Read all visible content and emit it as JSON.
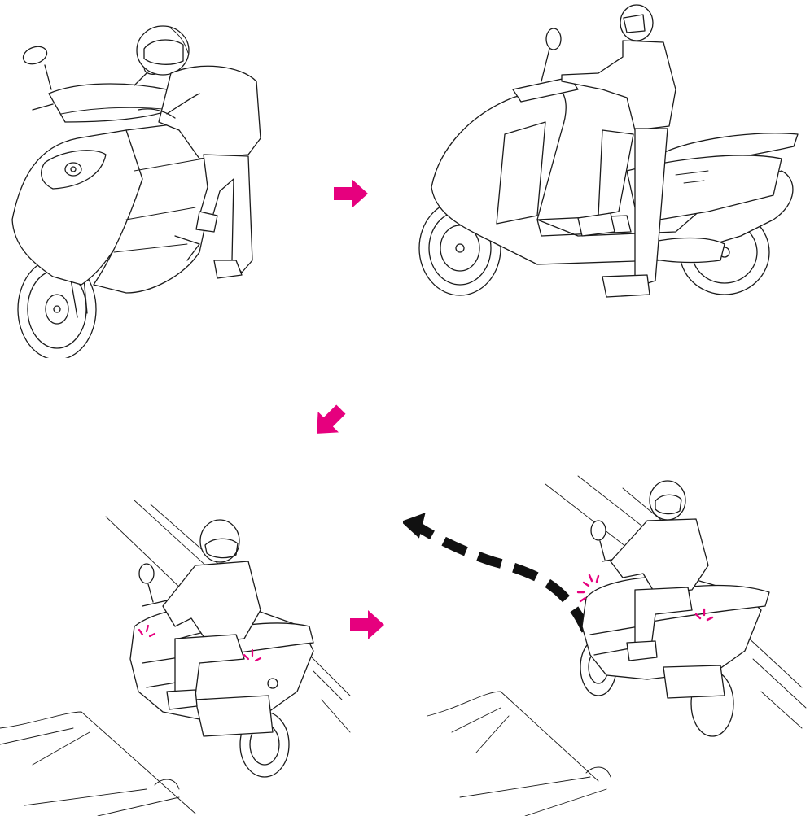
{
  "colors": {
    "accent_arrow": "#e6007e",
    "line": "#1a1a1a",
    "background": "#ffffff",
    "path_arrow": "#111111"
  },
  "steps": [
    {
      "id": 1,
      "scene": "rider-pushing-scooter-off-stand"
    },
    {
      "id": 2,
      "scene": "rider-standing-astride-scooter"
    },
    {
      "id": 3,
      "scene": "rider-seated-looking-back-at-traffic"
    },
    {
      "id": 4,
      "scene": "rider-pulling-out-into-lane"
    }
  ],
  "icons": {
    "step_arrow": "pink-block-arrow-icon",
    "path_arrow": "dashed-curved-arrow-icon",
    "signal": "turn-signal-blink-icon"
  }
}
